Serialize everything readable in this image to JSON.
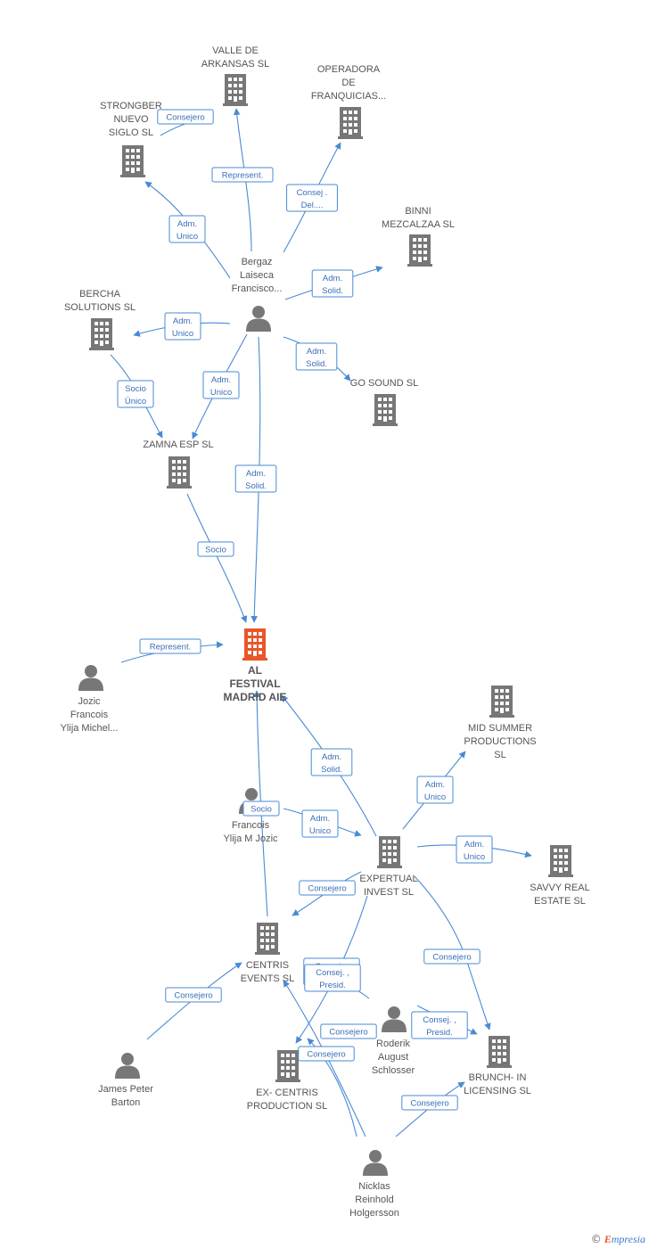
{
  "colors": {
    "company": "#777777",
    "main_company": "#e8562a",
    "person": "#777777",
    "edge": "#4a8ad4"
  },
  "nodes": [
    {
      "id": "valle",
      "type": "company",
      "lines": [
        "VALLE DE",
        "ARKANSAS  SL"
      ]
    },
    {
      "id": "operadora",
      "type": "company",
      "lines": [
        "OPERADORA",
        "DE",
        "FRANQUICIAS..."
      ]
    },
    {
      "id": "strongber",
      "type": "company",
      "lines": [
        "STRONGBER",
        "NUEVO",
        "SIGLO  SL"
      ]
    },
    {
      "id": "binni",
      "type": "company",
      "lines": [
        "BINNI",
        "MEZCALZAA  SL"
      ]
    },
    {
      "id": "bergaz",
      "type": "person",
      "lines": [
        "Bergaz",
        "Laiseca",
        "Francisco..."
      ]
    },
    {
      "id": "bercha",
      "type": "company",
      "lines": [
        "BERCHA",
        "SOLUTIONS  SL"
      ]
    },
    {
      "id": "gosound",
      "type": "company",
      "lines": [
        "GO SOUND  SL"
      ]
    },
    {
      "id": "zamna",
      "type": "company",
      "lines": [
        "ZAMNA ESP  SL"
      ]
    },
    {
      "id": "alfestival",
      "type": "main",
      "lines": [
        "AL",
        "FESTIVAL",
        "MADRID AIE"
      ]
    },
    {
      "id": "jozic",
      "type": "person",
      "lines": [
        "Jozic",
        "Francois",
        "Ylija Michel..."
      ]
    },
    {
      "id": "midsummer",
      "type": "company",
      "lines": [
        "MID SUMMER",
        "PRODUCTIONS",
        "SL"
      ]
    },
    {
      "id": "francois",
      "type": "person",
      "lines": [
        "Francois",
        "Ylija M Jozic"
      ]
    },
    {
      "id": "expertual",
      "type": "company",
      "lines": [
        "EXPERTUAL",
        "INVEST  SL"
      ]
    },
    {
      "id": "savvy",
      "type": "company",
      "lines": [
        "SAVVY REAL",
        "ESTATE  SL"
      ]
    },
    {
      "id": "centris",
      "type": "company",
      "lines": [
        "CENTRIS",
        "EVENTS  SL"
      ]
    },
    {
      "id": "roderik",
      "type": "person",
      "lines": [
        "Roderik",
        "August",
        "Schlosser"
      ]
    },
    {
      "id": "brunch",
      "type": "company",
      "lines": [
        "BRUNCH- IN",
        "LICENSING  SL"
      ]
    },
    {
      "id": "james",
      "type": "person",
      "lines": [
        "James Peter",
        "Barton"
      ]
    },
    {
      "id": "excentris",
      "type": "company",
      "lines": [
        "EX- CENTRIS",
        "PRODUCTION SL"
      ]
    },
    {
      "id": "nicklas",
      "type": "person",
      "lines": [
        "Nicklas",
        "Reinhold",
        "Holgersson"
      ]
    }
  ],
  "edges": [
    {
      "id": "e1",
      "label": [
        "Consejero"
      ]
    },
    {
      "id": "e2",
      "label": [
        "Represent."
      ]
    },
    {
      "id": "e3",
      "label": [
        "Consej .",
        "Del...."
      ]
    },
    {
      "id": "e4",
      "label": [
        "Adm.",
        "Unico"
      ]
    },
    {
      "id": "e5",
      "label": [
        "Adm.",
        "Solid."
      ]
    },
    {
      "id": "e6",
      "label": [
        "Adm.",
        "Unico"
      ]
    },
    {
      "id": "e7",
      "label": [
        "Adm.",
        "Solid."
      ]
    },
    {
      "id": "e8",
      "label": [
        "Adm.",
        "Unico"
      ]
    },
    {
      "id": "e9",
      "label": [
        "Socio",
        "Único"
      ]
    },
    {
      "id": "e10",
      "label": [
        "Adm.",
        "Solid."
      ]
    },
    {
      "id": "e11",
      "label": [
        "Socio"
      ]
    },
    {
      "id": "e12",
      "label": [
        "Represent."
      ]
    },
    {
      "id": "e13",
      "label": [
        "Adm.",
        "Solid."
      ]
    },
    {
      "id": "e14",
      "label": [
        "Adm.",
        "Unico"
      ]
    },
    {
      "id": "e15",
      "label": [
        "Socio"
      ]
    },
    {
      "id": "e16",
      "label": [
        "Adm.",
        "Unico"
      ]
    },
    {
      "id": "e17",
      "label": [
        "Adm.",
        "Unico"
      ]
    },
    {
      "id": "e18",
      "label": [
        "Consejero"
      ]
    },
    {
      "id": "e19",
      "label": [
        "Consejero"
      ]
    },
    {
      "id": "e20",
      "label": [
        "Consejero"
      ]
    },
    {
      "id": "e21",
      "label": [
        "Consej. ,",
        "Presid."
      ]
    },
    {
      "id": "e22",
      "label": [
        "Consej. ,",
        "Presid."
      ]
    },
    {
      "id": "e23",
      "label": [
        "Consej. ,",
        "Presid."
      ]
    },
    {
      "id": "e24",
      "label": [
        "Consejero"
      ]
    },
    {
      "id": "e25",
      "label": [
        "Consejero"
      ]
    },
    {
      "id": "e26",
      "label": [
        "Consejero"
      ]
    }
  ],
  "footer": {
    "copyright": "©",
    "brand_first": "E",
    "brand_rest": "mpresia"
  }
}
